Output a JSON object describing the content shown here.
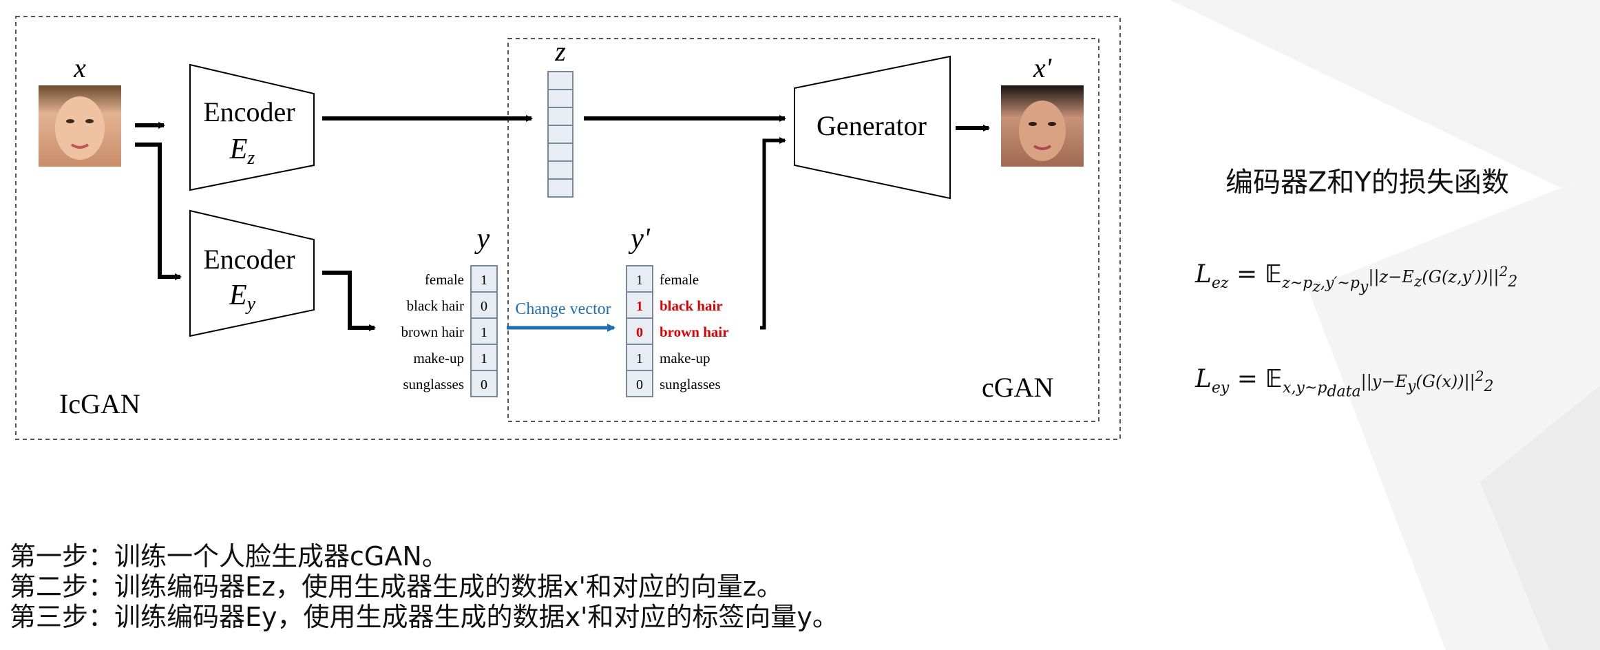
{
  "diagram": {
    "x_label": "x",
    "x_prime_label": "x'",
    "z_label": "z",
    "y_label": "y",
    "y_prime_label": "y'",
    "encoder_z": {
      "title": "Encoder",
      "sub": "E",
      "subscript": "z"
    },
    "encoder_y": {
      "title": "Encoder",
      "sub": "E",
      "subscript": "y"
    },
    "generator": "Generator",
    "icgan_label": "IcGAN",
    "cgan_label": "cGAN",
    "change_vector": "Change vector",
    "y_vector": [
      {
        "name": "female",
        "value": "1"
      },
      {
        "name": "black hair",
        "value": "0"
      },
      {
        "name": "brown hair",
        "value": "1"
      },
      {
        "name": "make-up",
        "value": "1"
      },
      {
        "name": "sunglasses",
        "value": "0"
      }
    ],
    "y_prime_vector": [
      {
        "name": "female",
        "value": "1",
        "changed": false
      },
      {
        "name": "black hair",
        "value": "1",
        "changed": true
      },
      {
        "name": "brown hair",
        "value": "0",
        "changed": true
      },
      {
        "name": "make-up",
        "value": "1",
        "changed": false
      },
      {
        "name": "sunglasses",
        "value": "0",
        "changed": false
      }
    ],
    "colors": {
      "arrow": "#000000",
      "change": "#1f6fb5",
      "highlight": "#e00000",
      "vector_fill": "#e8ecf3",
      "vector_stroke": "#7a869a"
    }
  },
  "side": {
    "title": "编码器Z和Y的损失函数",
    "formula_ez": "L_ez = E_{z~p_z, y'~p_y} ||z − E_z(G(z,y'))||_2^2",
    "formula_ey": "L_ey = E_{x,y~p_data} ||y − E_y(G(x))||_2^2"
  },
  "steps": [
    "第一步：训练一个人脸生成器cGAN。",
    "第二步：训练编码器Ez，使用生成器生成的数据x'和对应的向量z。",
    "第三步：训练编码器Ey，使用生成器生成的数据x'和对应的标签向量y。"
  ]
}
